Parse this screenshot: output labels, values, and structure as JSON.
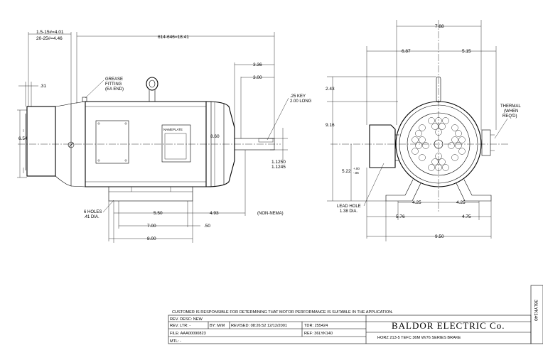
{
  "side_view": {
    "dim_flange": [
      "1.5-15#=4.01",
      "20-25#=4.46"
    ],
    "dim_overall": "614-646=18.41",
    "dim_shaft_outer": "3.36",
    "dim_shaft_inner": "3.00",
    "dim_end": ".31",
    "dim_height": "6.54",
    "dim_body": "8.60",
    "grease_label": [
      "GREASE",
      "FITTING",
      "(EA END)"
    ],
    "key_label": [
      ".25 KEY",
      "2.00 LONG"
    ],
    "shaft_dia": [
      "1.1250",
      "1.1245"
    ],
    "nameplate": "NAMEPLATE",
    "holes_label": [
      "6 HOLES",
      ".41 DIA."
    ],
    "dim_550": "5.50",
    "dim_493": "4.93",
    "nema": "(NON-NEMA)",
    "dim_700": "7.00",
    "dim_050": ".50",
    "dim_800": "8.00"
  },
  "end_view": {
    "dim_788": "7.88",
    "dim_687": "6.87",
    "dim_515": "5.15",
    "dim_243": "2.43",
    "dim_916": "9.16",
    "dim_522": "5.22",
    "dim_522_tol_top": "+.00",
    "dim_522_tol_bot": "-.06",
    "thermal_label": [
      "THERMAL",
      "(WHEN",
      "REQ'D)"
    ],
    "lead_label": [
      "LEAD HOLE",
      "1.38 DIA."
    ],
    "dim_425_left": "4.25",
    "dim_425_right": "4.25",
    "dim_576": "5.76",
    "dim_475": "4.75",
    "dim_950": "9.50"
  },
  "title_block": {
    "customer_note": "CUSTOMER IS RESPONSIBLE FOR DETERMINING THAT MOTOR PERFORMANCE IS SUITABLE IN THE APPLICATION.",
    "rev_desc": "REV. DESC: NEW",
    "rev_ltr": "REV. LTR: -",
    "by": "BY: M/M",
    "revised": "REVISED: 08:26:52 12/12/2001",
    "tdr": "TDR: 255424",
    "file": "FILE: AAA00090823",
    "ref": "REF: 36LYK140",
    "mtl": "MTL: -",
    "company": "BALDOR ELECTRIC Co.",
    "description": "HORZ 213-5 TEFC 36M W/76 SERIES BRAKE",
    "drawing_no": "36LYK140"
  }
}
